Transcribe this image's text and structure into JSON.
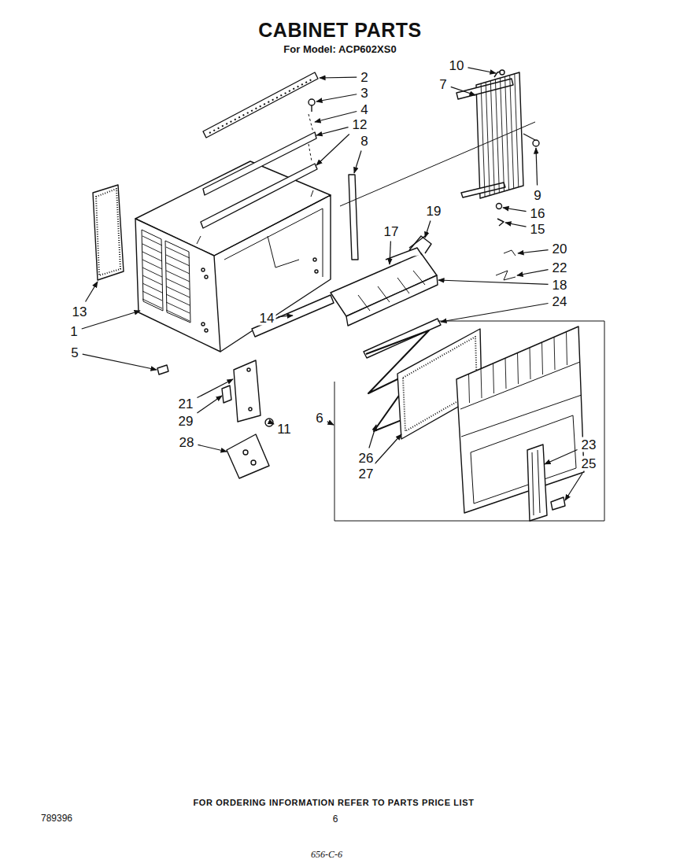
{
  "diagram": {
    "title": "CABINET PARTS",
    "labels": [
      "For Model: ACP602XS0",
      "10",
      "2",
      "7",
      "3",
      "4",
      "12",
      "8",
      "9",
      "19",
      "16",
      "17",
      "15",
      "20",
      "22",
      "18",
      "24",
      "13",
      "1",
      "14",
      "5",
      "21",
      "6",
      "29",
      "11",
      "28",
      "23",
      "25",
      "26",
      "27",
      "FOR ORDERING INFORMATION REFER TO PARTS PRICE LIST",
      "789396",
      "6",
      "656-C-6"
    ]
  }
}
